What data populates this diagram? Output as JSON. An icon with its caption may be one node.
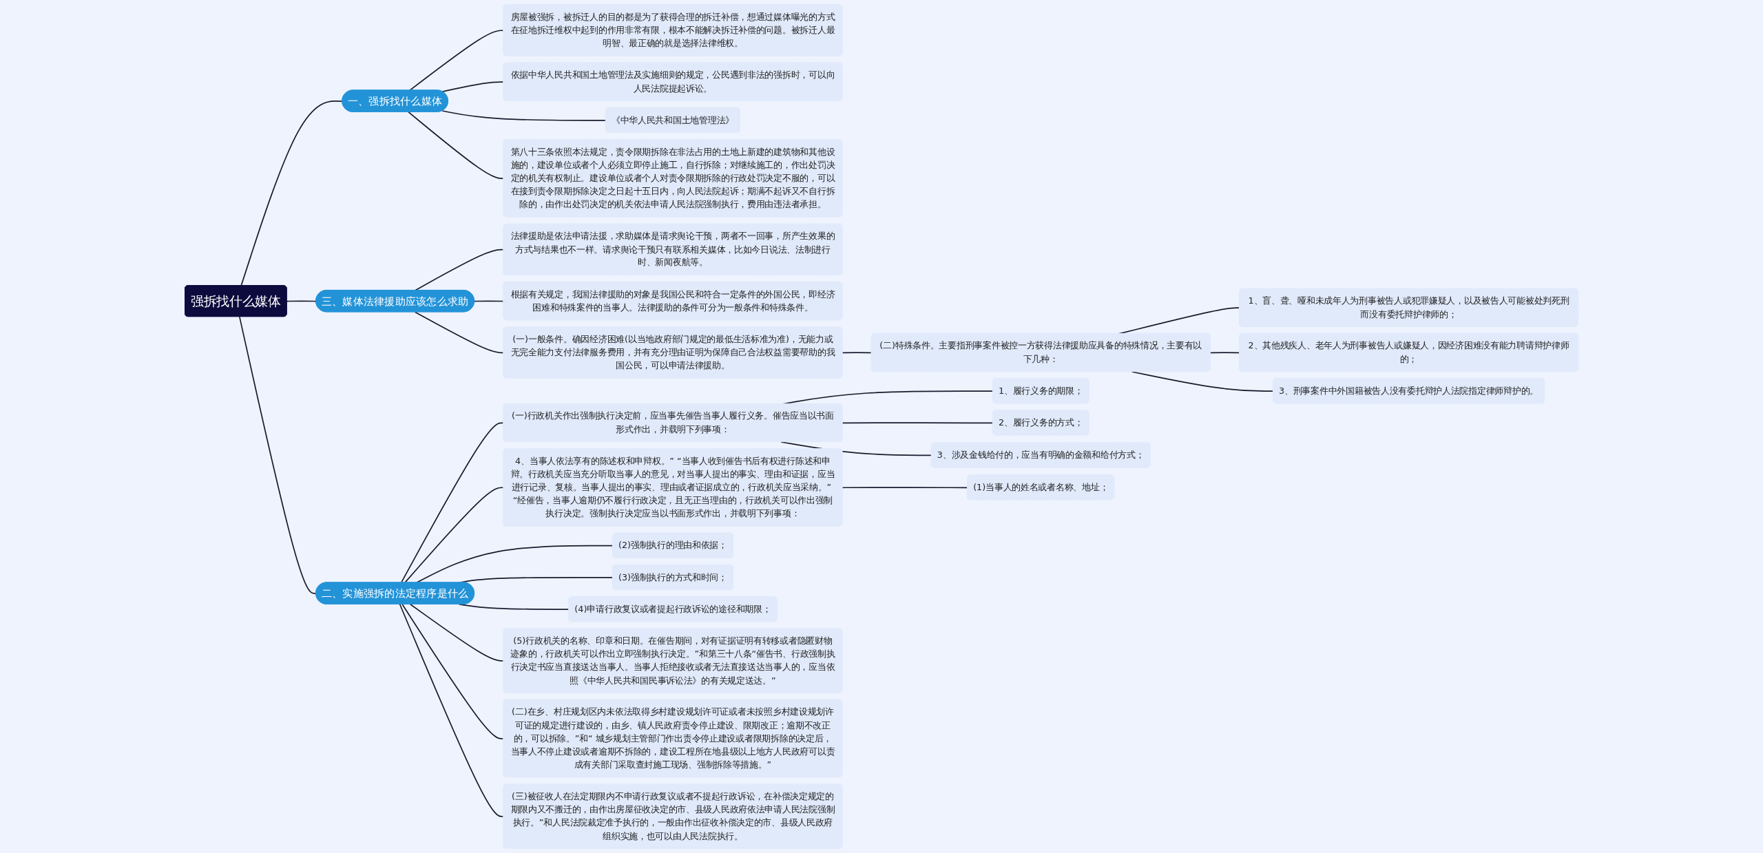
{
  "diagram": {
    "nodes": [
      {
        "text": [
          "强拆找什么媒体"
        ]
      },
      {
        "text": [
          "一、强拆找什么媒体"
        ]
      },
      {
        "text": [
          "房屋被强拆，被拆迁人的目的都是为了获得合理的拆迁补偿，想通过媒体曝光的方式在征地拆迁维权中起到的作用非常有限，根本不能解决拆迁补偿的问题。被拆迁人最明智、最正确的就是选择法律维权。"
        ]
      },
      {
        "text": [
          "依据中华人民共和国土地管理法及实施细则的规定，公民遇到非法的强拆时，可以向人民法院提起诉讼。"
        ]
      },
      {
        "text": [
          "《中华人民共和国土地管理法》"
        ]
      },
      {
        "text": [
          "第八十三条依照本法规定，责令限期拆除在非法占用的土地上新建的建筑物和其他设施的，建设单位或者个人必须立即停止施工，自行拆除；对继续施工的，作出处罚决定的机关有权制止。建设单位或者个人对责令限期拆除的行政处罚决定不服的，可以在接到责令限期拆除决定之日起十五日内，向人民法院起诉；期满不起诉又不自行拆除的，由作出处罚决定的机关依法申请人民法院强制执行，费用由违法者承担。"
        ]
      },
      {
        "text": [
          "三、媒体法律援助应该怎么求助"
        ]
      },
      {
        "text": [
          "法律援助是依法申请法援，求助媒体是请求舆论干预，两者不一回事，所产生效果的方式与结果也不一样。请求舆论干预只有联系相关媒体，比如今日说法、法制进行时、新闻夜航等。"
        ]
      },
      {
        "text": [
          "根据有关规定，我国法律援助的对象是我国公民和符合一定条件的外国公民，即经济困难和特殊案件的当事人。法律援助的条件可分为一般条件和特殊条件。"
        ]
      },
      {
        "text": [
          "(一)一般条件。确因经济困难(以当地政府部门规定的最低生活标准为准)，无能力或无完全能力支付法律服务费用，并有充分理由证明为保障自己合法权益需要帮助的我国公民，可以申请法律援助。"
        ]
      },
      {
        "text": [
          "(二)特殊条件。主要指刑事案件被控一方获得法律援助应具备的特殊情况，主要有以下几种："
        ]
      },
      {
        "text": [
          "1、盲、聋、哑和未成年人为刑事被告人或犯罪嫌疑人，以及被告人可能被处判死刑而没有委托辩护律师的；"
        ]
      },
      {
        "text": [
          "2、其他残疾人、老年人为刑事被告人或嫌疑人，因经济困难没有能力聘请辩护律师的；"
        ]
      },
      {
        "text": [
          "3、刑事案件中外国籍被告人没有委托辩护人法院指定律师辩护的。"
        ]
      },
      {
        "text": [
          "二、实施强拆的法定程序是什么"
        ]
      },
      {
        "text": [
          "(一)行政机关作出强制执行决定前，应当事先催告当事人履行义务。催告应当以书面形式作出，并载明下列事项："
        ]
      },
      {
        "text": [
          "1、履行义务的期限；"
        ]
      },
      {
        "text": [
          "2、履行义务的方式；"
        ]
      },
      {
        "text": [
          "3、涉及金钱给付的，应当有明确的金额和给付方式；"
        ]
      },
      {
        "text": [
          "4、当事人依法享有的陈述权和申辩权。” “当事人收到催告书后有权进行陈述和申辩。行政机关应当充分听取当事人的意见，对当事人提出的事实、理由和证据，应当进行记录、复核。当事人提出的事实、理由或者证据成立的，行政机关应当采纳。” “经催告，当事人逾期仍不履行行政决定，且无正当理由的，行政机关可以作出强制执行决定。强制执行决定应当以书面形式作出，并载明下列事项："
        ]
      },
      {
        "text": [
          "(1)当事人的姓名或者名称、地址；"
        ]
      },
      {
        "text": [
          "(2)强制执行的理由和依据；"
        ]
      },
      {
        "text": [
          "(3)强制执行的方式和时间；"
        ]
      },
      {
        "text": [
          "(4)申请行政复议或者提起行政诉讼的途径和期限；"
        ]
      },
      {
        "text": [
          "(5)行政机关的名称、印章和日期。在催告期间，对有证据证明有转移或者隐匿财物迹象的，行政机关可以作出立即强制执行决定。”和第三十八条“催告书、行政强制执行决定书应当直接送达当事人。当事人拒绝接收或者无法直接送达当事人的，应当依照《中华人民共和国民事诉讼法》的有关规定送达。”"
        ]
      },
      {
        "text": [
          "(二)在乡、村庄规划区内未依法取得乡村建设规划许可证或者未按照乡村建设规划许可证的规定进行建设的，由乡、镇人民政府责令停止建设、限期改正；逾期不改正的，可以拆除。”和“ 城乡规划主管部门作出责令停止建设或者限期拆除的决定后，当事人不停止建设或者逾期不拆除的，建设工程所在地县级以上地方人民政府可以责成有关部门采取查封施工现场、强制拆除等措施。”"
        ]
      },
      {
        "text": [
          "(三)被征收人在法定期限内不申请行政复议或者不提起行政诉讼，在补偿决定规定的期限内又不搬迁的，由作出房屋征收决定的市、县级人民政府依法申请人民法院强制执行。”和人民法院裁定准予执行的，一般由作出征收补偿决定的市、县级人民政府组织实施，也可以由人民法院执行。"
        ]
      }
    ],
    "edges": [
      {
        "from": 0,
        "to": 1,
        "arrow": "none"
      },
      {
        "from": 1,
        "to": 2,
        "arrow": "none"
      },
      {
        "from": 1,
        "to": 3,
        "arrow": "none"
      },
      {
        "from": 1,
        "to": 4,
        "arrow": "none"
      },
      {
        "from": 1,
        "to": 5,
        "arrow": "none"
      },
      {
        "from": 0,
        "to": 6,
        "arrow": "none"
      },
      {
        "from": 6,
        "to": 7,
        "arrow": "none"
      },
      {
        "from": 6,
        "to": 8,
        "arrow": "none"
      },
      {
        "from": 6,
        "to": 9,
        "arrow": "none"
      },
      {
        "from": 9,
        "to": 10,
        "arrow": "none"
      },
      {
        "from": 10,
        "to": 11,
        "arrow": "none"
      },
      {
        "from": 10,
        "to": 12,
        "arrow": "none"
      },
      {
        "from": 10,
        "to": 13,
        "arrow": "none"
      },
      {
        "from": 0,
        "to": 14,
        "arrow": "none"
      },
      {
        "from": 14,
        "to": 15,
        "arrow": "none"
      },
      {
        "from": 15,
        "to": 16,
        "arrow": "none"
      },
      {
        "from": 15,
        "to": 17,
        "arrow": "none"
      },
      {
        "from": 15,
        "to": 18,
        "arrow": "none"
      },
      {
        "from": 14,
        "to": 19,
        "arrow": "none"
      },
      {
        "from": 19,
        "to": 20,
        "arrow": "none"
      },
      {
        "from": 14,
        "to": 21,
        "arrow": "none"
      },
      {
        "from": 14,
        "to": 22,
        "arrow": "none"
      },
      {
        "from": 14,
        "to": 23,
        "arrow": "none"
      },
      {
        "from": 14,
        "to": 24,
        "arrow": "none"
      },
      {
        "from": 14,
        "to": 25,
        "arrow": "none"
      },
      {
        "from": 14,
        "to": 26,
        "arrow": "none"
      }
    ]
  }
}
